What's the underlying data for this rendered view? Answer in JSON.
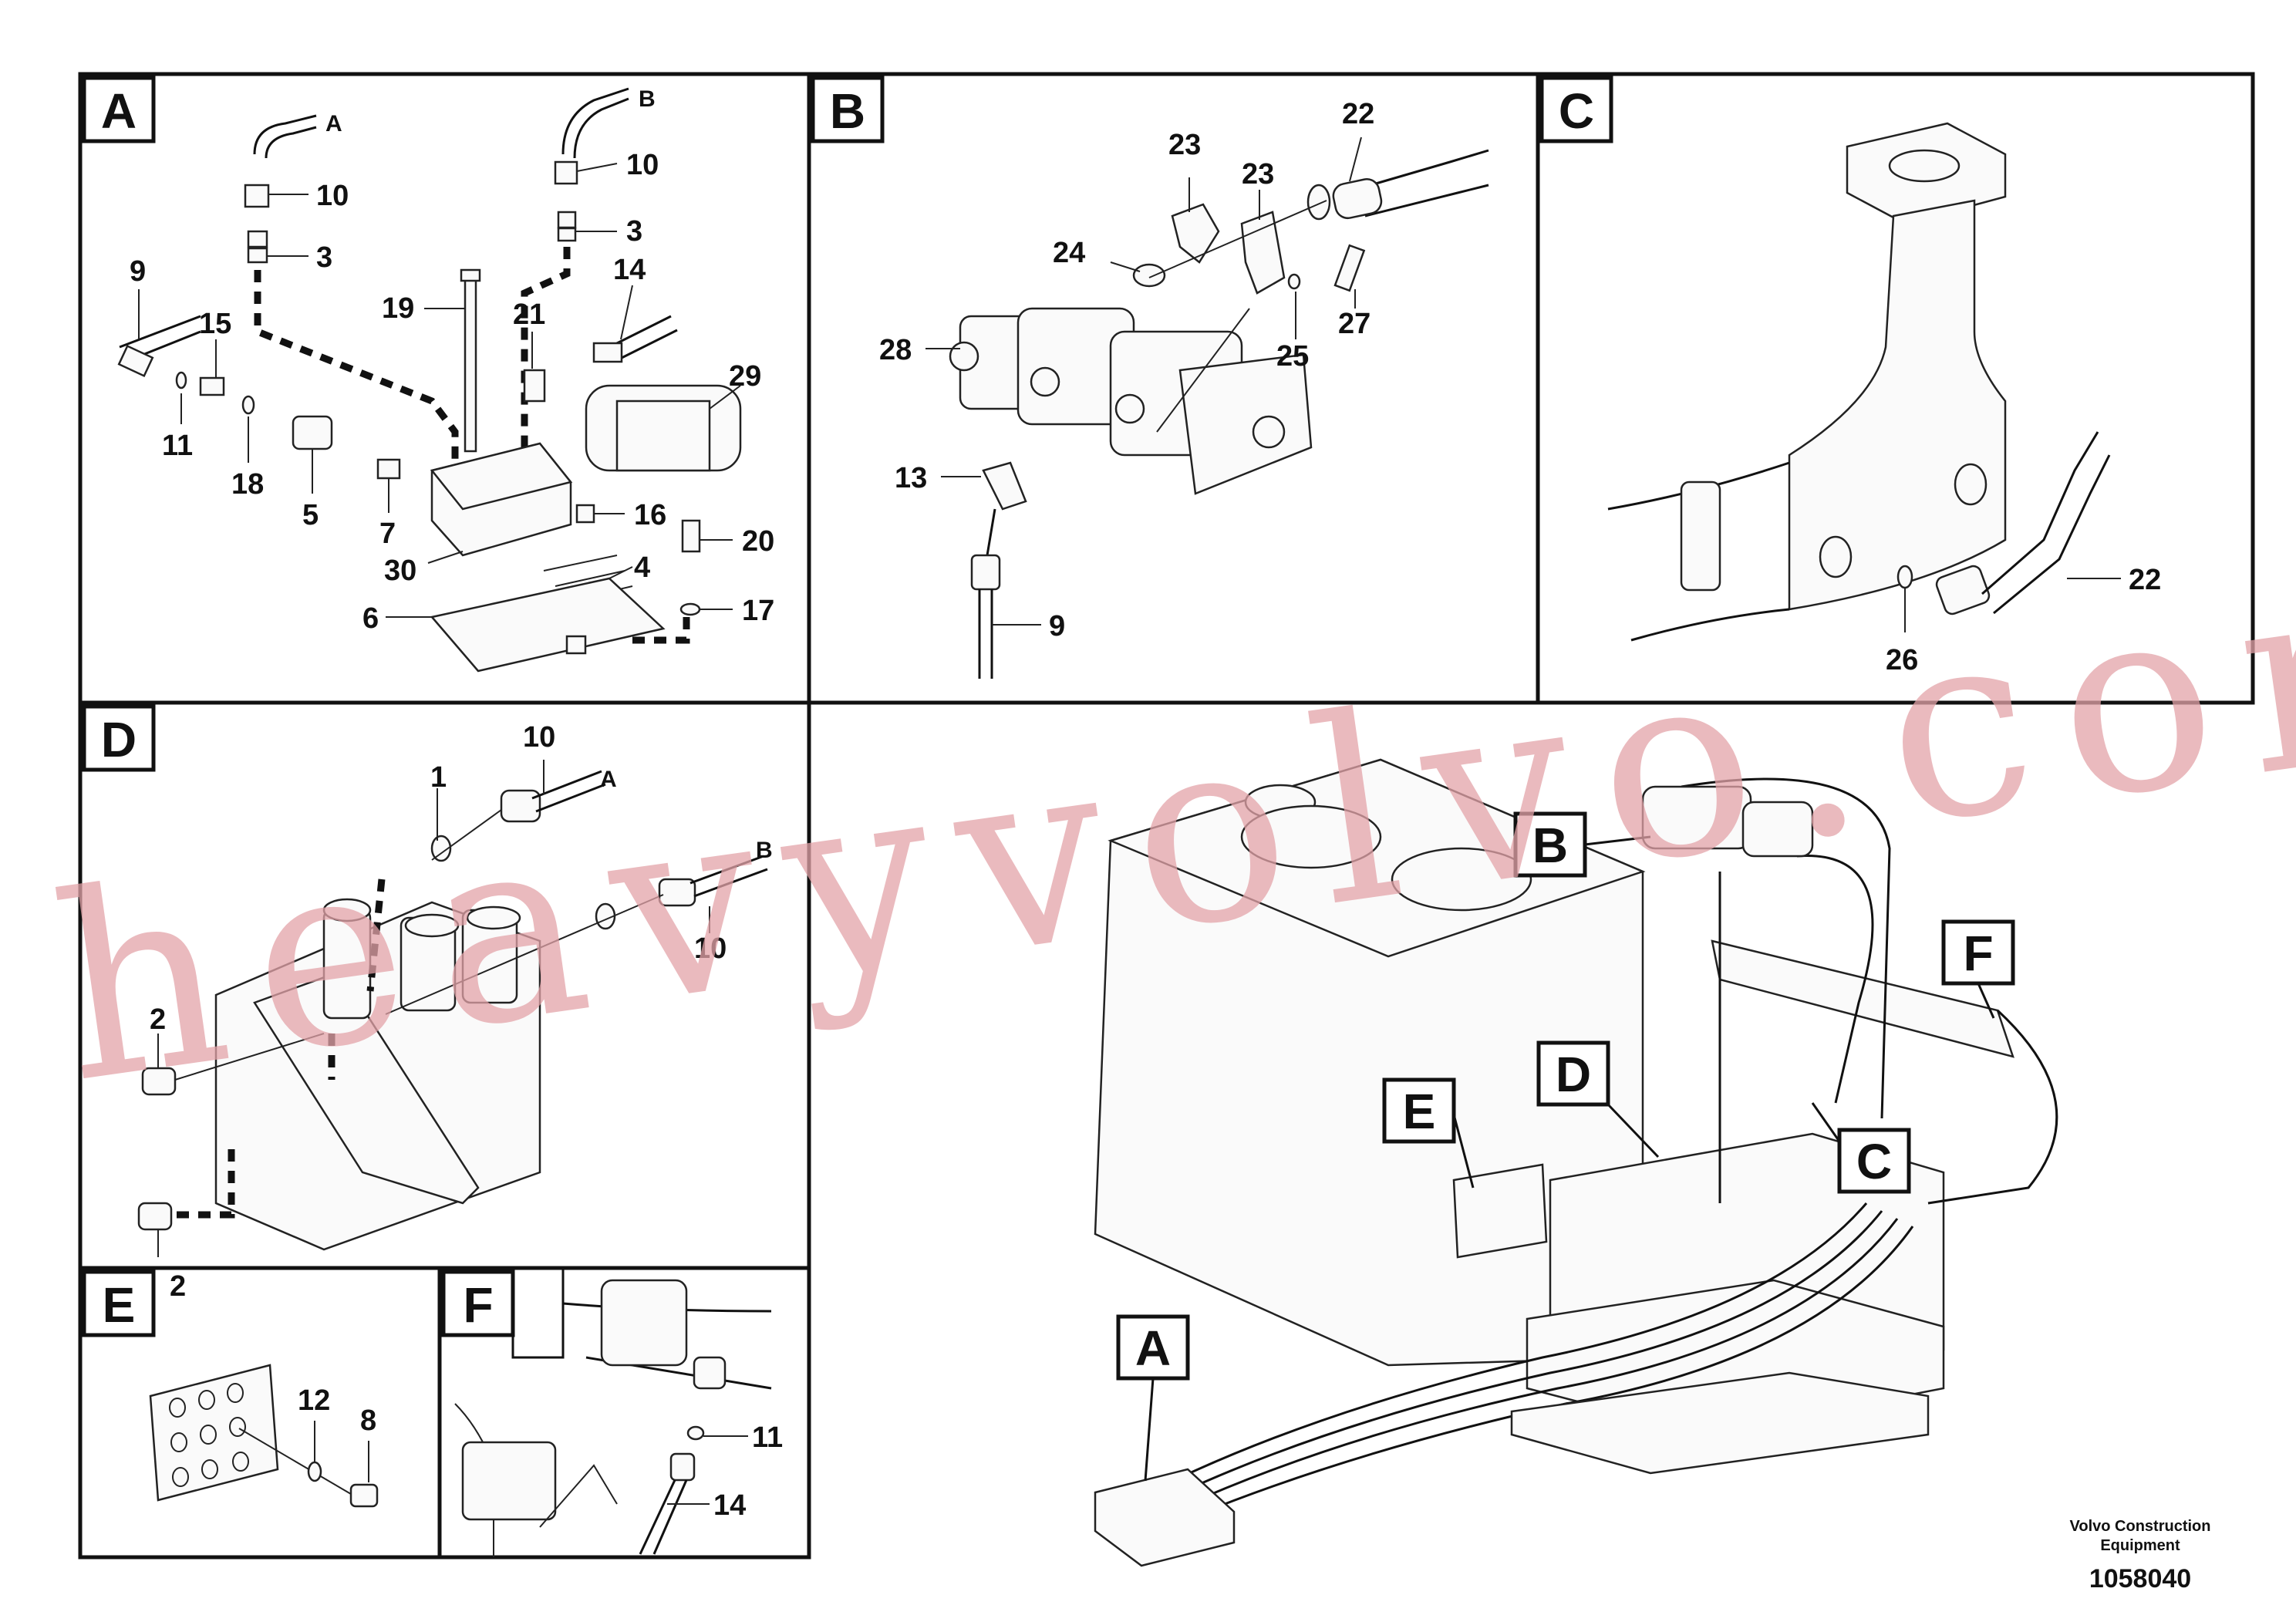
{
  "panels": {
    "A": {
      "label": "A",
      "callouts": [
        "10",
        "3",
        "10",
        "3",
        "9",
        "15",
        "11",
        "18",
        "5",
        "7",
        "19",
        "21",
        "14",
        "29",
        "16",
        "30",
        "4",
        "6",
        "20",
        "17"
      ],
      "connection_tags": [
        "A",
        "B"
      ]
    },
    "B": {
      "label": "B",
      "callouts": [
        "23",
        "23",
        "22",
        "24",
        "28",
        "25",
        "27",
        "13",
        "9"
      ]
    },
    "C": {
      "label": "C",
      "callouts": [
        "22",
        "26"
      ]
    },
    "D": {
      "label": "D",
      "callouts": [
        "10",
        "1",
        "2",
        "10",
        "2"
      ],
      "connection_tags": [
        "A",
        "B"
      ]
    },
    "E": {
      "label": "E",
      "callouts": [
        "12",
        "8"
      ]
    },
    "F": {
      "label": "F",
      "callouts": [
        "11",
        "14"
      ]
    }
  },
  "overview": {
    "detail_markers": [
      "B",
      "F",
      "D",
      "E",
      "C",
      "A"
    ]
  },
  "footer": {
    "credit_line1": "Volvo Construction",
    "credit_line2": "Equipment",
    "doc_number": "1058040"
  },
  "watermark": "heavyvolvo.com"
}
